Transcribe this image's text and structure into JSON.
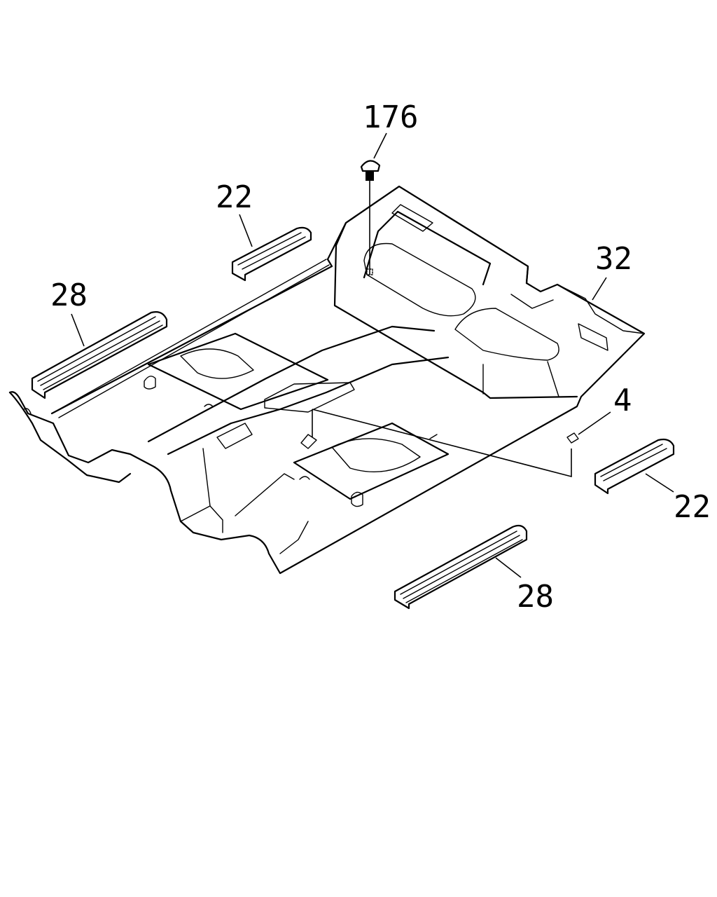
{
  "diagram": {
    "callouts": {
      "c176": "176",
      "c22_top": "22",
      "c28_top": "28",
      "c32": "32",
      "c4": "4",
      "c22_bottom": "22",
      "c28_bottom": "28"
    },
    "parts": {
      "clip": "clip-176",
      "sill_22_upper": "sill-plate-22-upper",
      "sill_28_upper": "sill-plate-28-upper",
      "floor_carpet": "floor-carpet",
      "rear_section": "rear-carpet-32",
      "marker_4": "part-4",
      "sill_22_lower": "sill-plate-22-lower",
      "sill_28_lower": "sill-plate-28-lower"
    }
  }
}
